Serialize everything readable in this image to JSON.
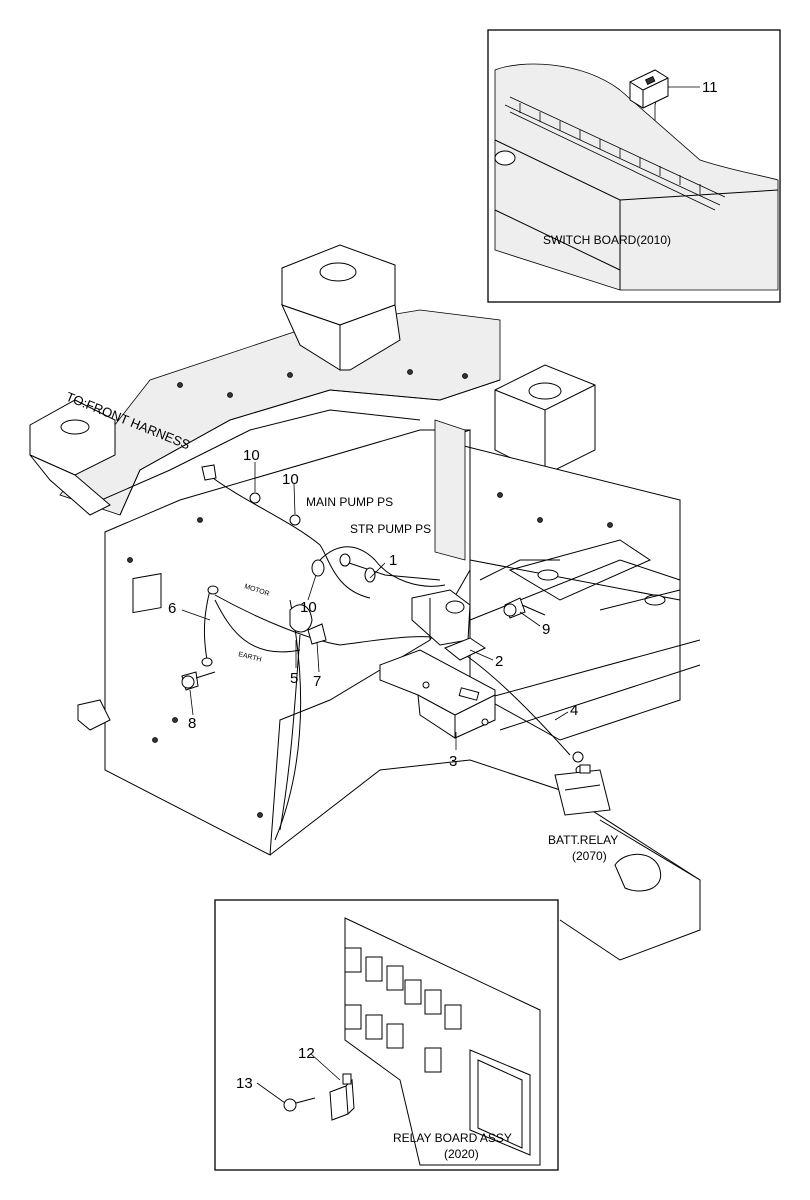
{
  "callouts": {
    "n1": "1",
    "n2": "2",
    "n3": "3",
    "n4": "4",
    "n5": "5",
    "n6": "6",
    "n7": "7",
    "n8": "8",
    "n9": "9",
    "n10a": "10",
    "n10b": "10",
    "n10c": "10",
    "n11": "11",
    "n12": "12",
    "n13": "13"
  },
  "labels": {
    "front_harness": "TO:FRONT HARNESS",
    "main_pump_ps": "MAIN PUMP PS",
    "str_pump_ps": "STR PUMP PS",
    "motor": "MOTOR",
    "earth": "EARTH",
    "batt_relay": "BATT.RELAY",
    "batt_relay_ref": "(2070)"
  },
  "insets": {
    "switch_board": {
      "caption": "SWITCH BOARD(2010)"
    },
    "relay_board": {
      "caption": "RELAY BOARD ASSY",
      "ref": "(2020)"
    }
  }
}
